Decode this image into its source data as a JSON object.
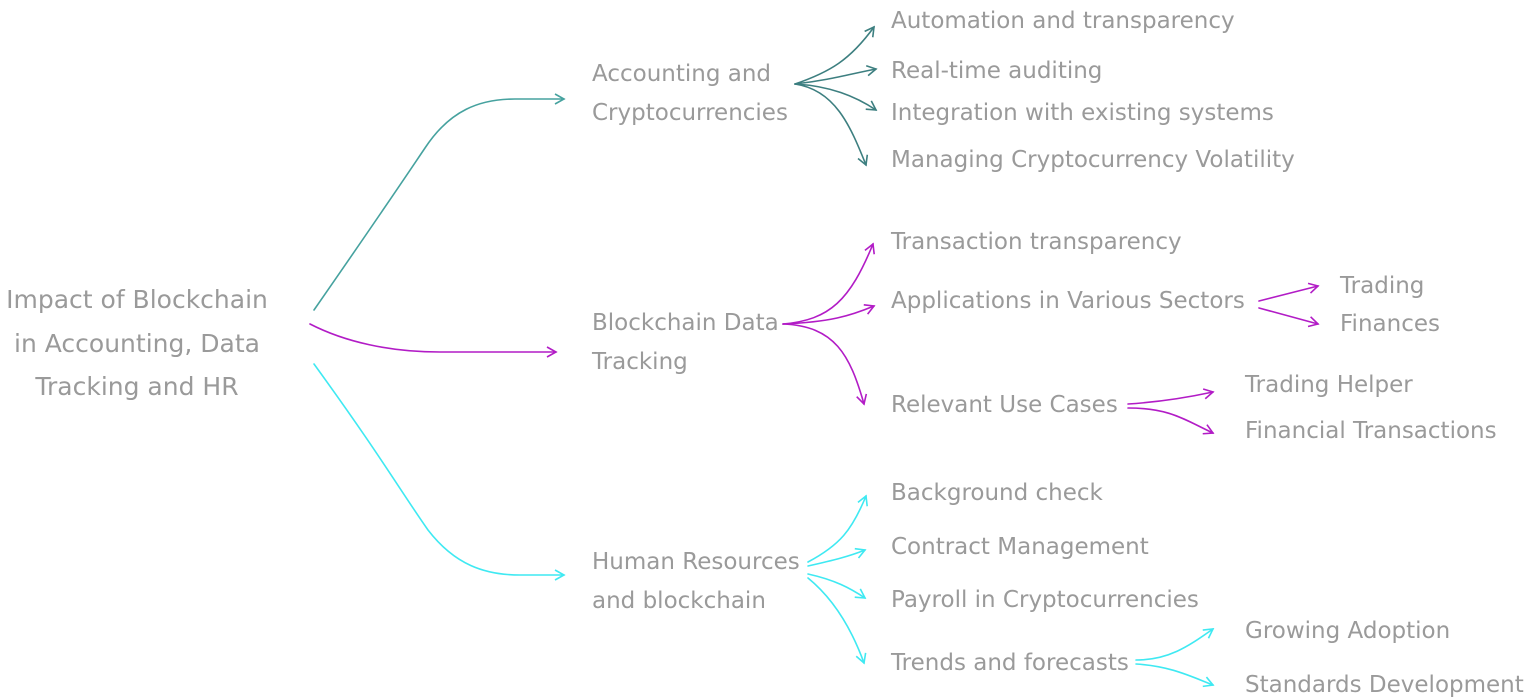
{
  "diagram": {
    "root": {
      "lines": [
        "Impact of Blockchain",
        "in Accounting, Data",
        "Tracking and HR"
      ]
    },
    "branches": [
      {
        "id": "accounting",
        "color": "#46a29f",
        "child_color": "#3d7f80",
        "lines": [
          "Accounting and",
          "Cryptocurrencies"
        ],
        "children": [
          {
            "label": "Automation and transparency"
          },
          {
            "label": "Real-time auditing"
          },
          {
            "label": "Integration with existing systems"
          },
          {
            "label": "Managing Cryptocurrency Volatility"
          }
        ]
      },
      {
        "id": "data-tracking",
        "color": "#b21cc6",
        "child_color": "#b21cc6",
        "lines": [
          "Blockchain Data",
          "Tracking"
        ],
        "children": [
          {
            "label": "Transaction transparency"
          },
          {
            "label": "Applications in Various Sectors",
            "children": [
              "Trading",
              "Finances"
            ]
          },
          {
            "label": "Relevant Use Cases",
            "children": [
              "Trading Helper",
              "Financial Transactions"
            ]
          }
        ]
      },
      {
        "id": "hr",
        "color": "#3fe9f2",
        "child_color": "#3fe9f2",
        "lines": [
          "Human Resources",
          "and blockchain"
        ],
        "children": [
          {
            "label": "Background check"
          },
          {
            "label": "Contract Management"
          },
          {
            "label": "Payroll in Cryptocurrencies"
          },
          {
            "label": "Trends and forecasts",
            "children": [
              "Growing Adoption",
              "Standards Development"
            ]
          }
        ]
      }
    ]
  }
}
